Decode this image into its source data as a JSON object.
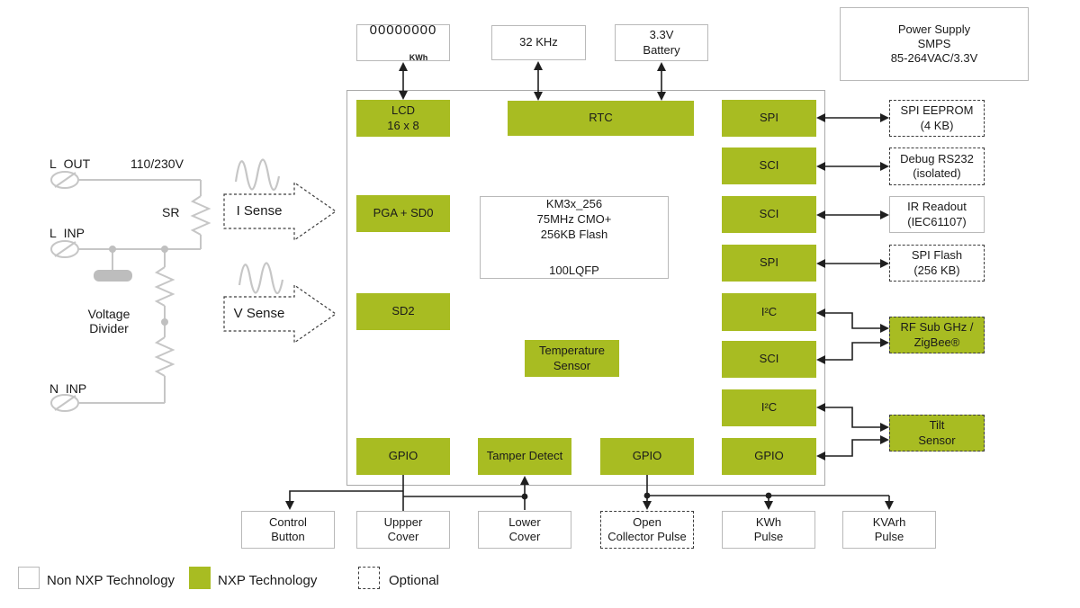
{
  "colors": {
    "nxp_green": "#a8bc22",
    "box_border_gray": "#b9b9b9",
    "schematic_gray": "#c6c6c6",
    "connector_black": "#1f1f1f"
  },
  "top_row": {
    "energy_display": {
      "value": "00000000",
      "unit": "KWh"
    },
    "crystal": "32 KHz",
    "battery": "3.3V\nBattery",
    "power_supply": "Power Supply\nSMPS\n85-264VAC/3.3V"
  },
  "mcu": {
    "part": "KM3x_256\n75MHz CMO+\n256KB Flash",
    "package": "100LQFP",
    "lcd": "LCD\n16 x 8",
    "rtc": "RTC",
    "pga_sd0": "PGA + SD0",
    "sd2": "SD2",
    "temp_sensor": "Temperature\nSensor",
    "gpio_left": "GPIO",
    "tamper": "Tamper Detect",
    "gpio_mid": "GPIO",
    "spi_1": "SPI",
    "sci_1": "SCI",
    "sci_2": "SCI",
    "spi_2": "SPI",
    "i2c_1": "I²C",
    "sci_3": "SCI",
    "i2c_2": "I²C",
    "gpio_right": "GPIO"
  },
  "right_col": {
    "eeprom": "SPI EEPROM\n(4 KB)",
    "debug": "Debug RS232\n(isolated)",
    "ir_readout": "IR Readout\n(IEC61107)",
    "flash": "SPI Flash\n(256 KB)",
    "rf": "RF Sub GHz /\nZigBee®",
    "tilt": "Tilt\nSensor"
  },
  "bottom_row": {
    "control_button": "Control\nButton",
    "upper_cover": "Uppper\nCover",
    "lower_cover": "Lower\nCover",
    "open_collector": "Open\nCollector Pulse",
    "kwh_pulse": "KWh\nPulse",
    "kvarh_pulse": "KVArh\nPulse"
  },
  "schematic": {
    "l_out": "L  OUT",
    "mains_voltage": "110/230V",
    "sr": "SR",
    "l_inp": "L  INP",
    "voltage_divider": "Voltage\nDivider",
    "n_inp": "N  INP",
    "i_sense": "I Sense",
    "v_sense": "V Sense"
  },
  "legend": {
    "non_nxp": "Non NXP Technology",
    "nxp": "NXP Technology",
    "optional": "Optional"
  }
}
